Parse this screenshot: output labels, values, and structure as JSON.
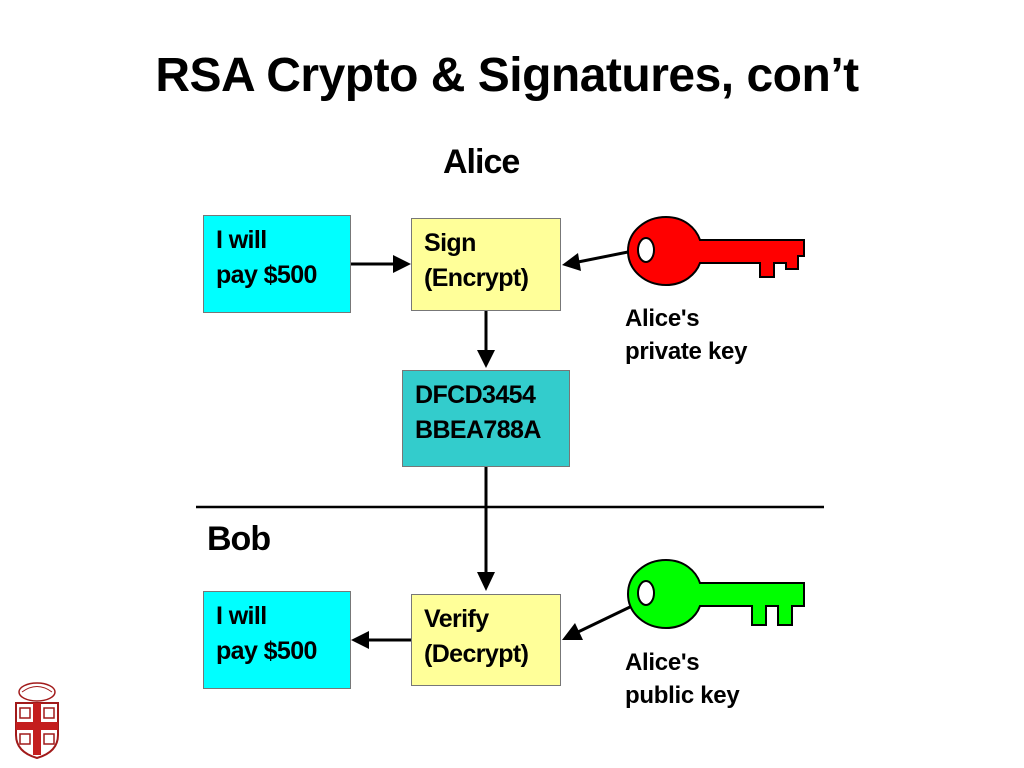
{
  "title": "RSA Crypto & Signatures, con’t",
  "alice": {
    "label": "Alice",
    "message": {
      "line1": "I will",
      "line2": "pay $500"
    },
    "sign": {
      "line1": "Sign",
      "line2": "(Encrypt)"
    },
    "key": {
      "line1": "Alice's",
      "line2": "private key",
      "color": "#ff0000"
    }
  },
  "ciphertext": {
    "line1": "DFCD3454",
    "line2": "BBEA788A"
  },
  "bob": {
    "label": "Bob",
    "message": {
      "line1": "I will",
      "line2": "pay $500"
    },
    "verify": {
      "line1": "Verify",
      "line2": "(Decrypt)"
    },
    "key": {
      "line1": "Alice's",
      "line2": "public key",
      "color": "#00ff00"
    }
  },
  "colors": {
    "message_box": "#00ffff",
    "operation_box": "#ffff99",
    "ciphertext_box": "#33cccc"
  },
  "icons": {
    "logo": "brown-university-shield-icon"
  }
}
